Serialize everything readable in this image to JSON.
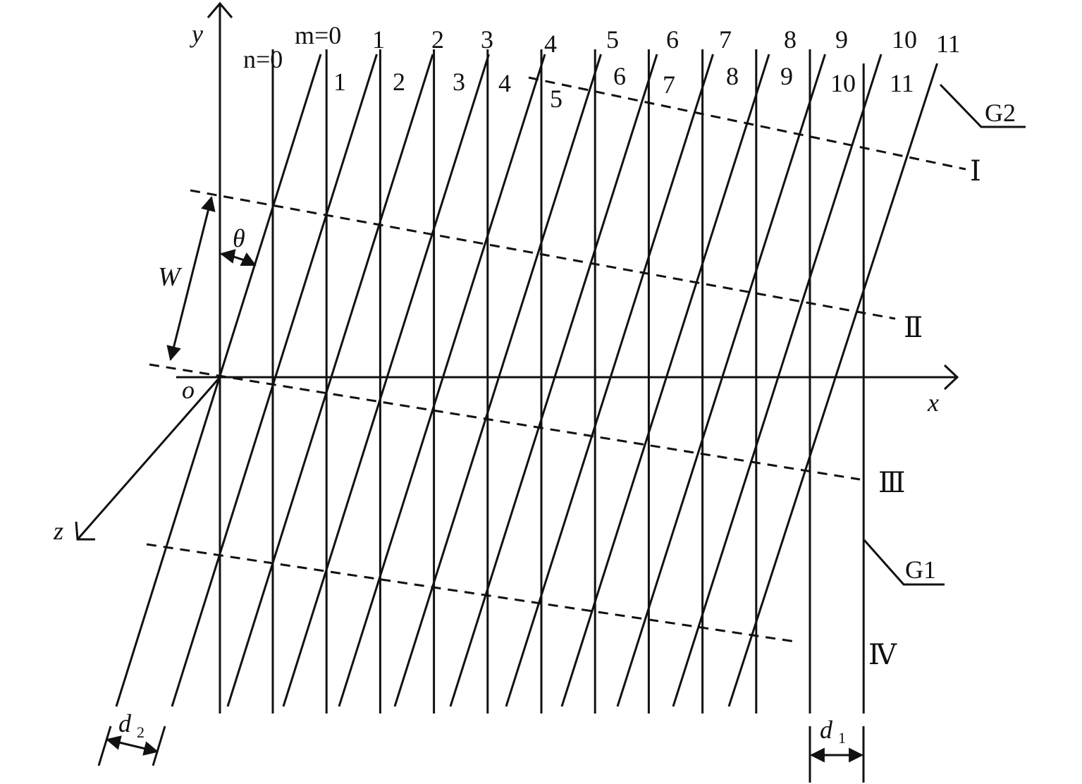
{
  "axes": {
    "x": "x",
    "y": "y",
    "z": "z",
    "origin": "o"
  },
  "grating_labels": {
    "g1": "G1",
    "g2": "G2"
  },
  "symbols": {
    "theta": "θ",
    "w": "W",
    "d1": "d",
    "d1_sub": "1",
    "d2": "d",
    "d2_sub": "2"
  },
  "index_labels": {
    "m_prefix": "m=0",
    "n_prefix": "n=0",
    "m": [
      "1",
      "2",
      "3",
      "4",
      "5",
      "6",
      "7",
      "8",
      "9",
      "10",
      "11"
    ],
    "n": [
      "1",
      "2",
      "3",
      "4",
      "5",
      "6",
      "7",
      "8",
      "9",
      "10",
      "11"
    ]
  },
  "region_labels": [
    "Ⅰ",
    "Ⅱ",
    "Ⅲ",
    "Ⅳ"
  ]
}
